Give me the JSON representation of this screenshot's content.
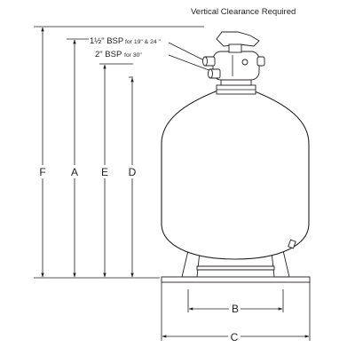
{
  "header": {
    "title": "Vertical Clearance Required"
  },
  "ports": {
    "line1_size": "1½\" BSP",
    "line1_note": "for 19\" & 24  \"",
    "line2_size": "2\" BSP",
    "line2_note": "for 30\""
  },
  "dimensions": {
    "F": "F",
    "A": "A",
    "E": "E",
    "D": "D",
    "B": "B",
    "C": "C"
  },
  "colors": {
    "ink": "#231f20",
    "background": "#ffffff"
  }
}
